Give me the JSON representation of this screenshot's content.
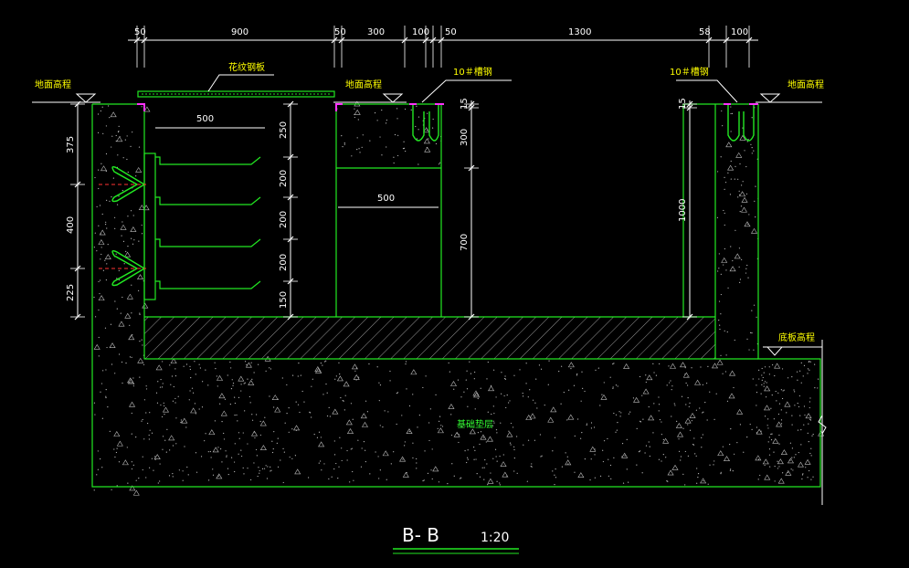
{
  "top_dimensions": [
    "50",
    "900",
    "50",
    "300",
    "100",
    "50",
    "1300",
    "58",
    "100"
  ],
  "left_dimensions": [
    "375",
    "400",
    "225"
  ],
  "steps_dimensions": [
    "250",
    "200",
    "200",
    "200",
    "150"
  ],
  "right_trench_dimensions": [
    "15",
    "300",
    "700"
  ],
  "far_right_dimensions": [
    "15",
    "1000"
  ],
  "width_labels": {
    "step_width": "500",
    "niche_width": "500"
  },
  "labels": {
    "ground_level_left": "地面高程",
    "ground_level_mid": "地面高程",
    "ground_level_right": "地面高程",
    "bottom_level": "底板高程",
    "checker_plate": "花纹钢板",
    "channel_steel_1": "10＃槽钢",
    "channel_steel_2": "10＃槽钢",
    "foundation": "基础垫层"
  },
  "title": {
    "section": "B- B",
    "scale": "1:20"
  },
  "colors": {
    "background": "#000000",
    "structure": "#22e822",
    "dimension": "#ffffff",
    "text_yellow": "#ffff00",
    "text_green": "#33ff33",
    "steel_magenta": "#ff33ff",
    "hatch": "#cccccc",
    "speckle": "#bbbbbb",
    "centerline": "#ff3333"
  }
}
